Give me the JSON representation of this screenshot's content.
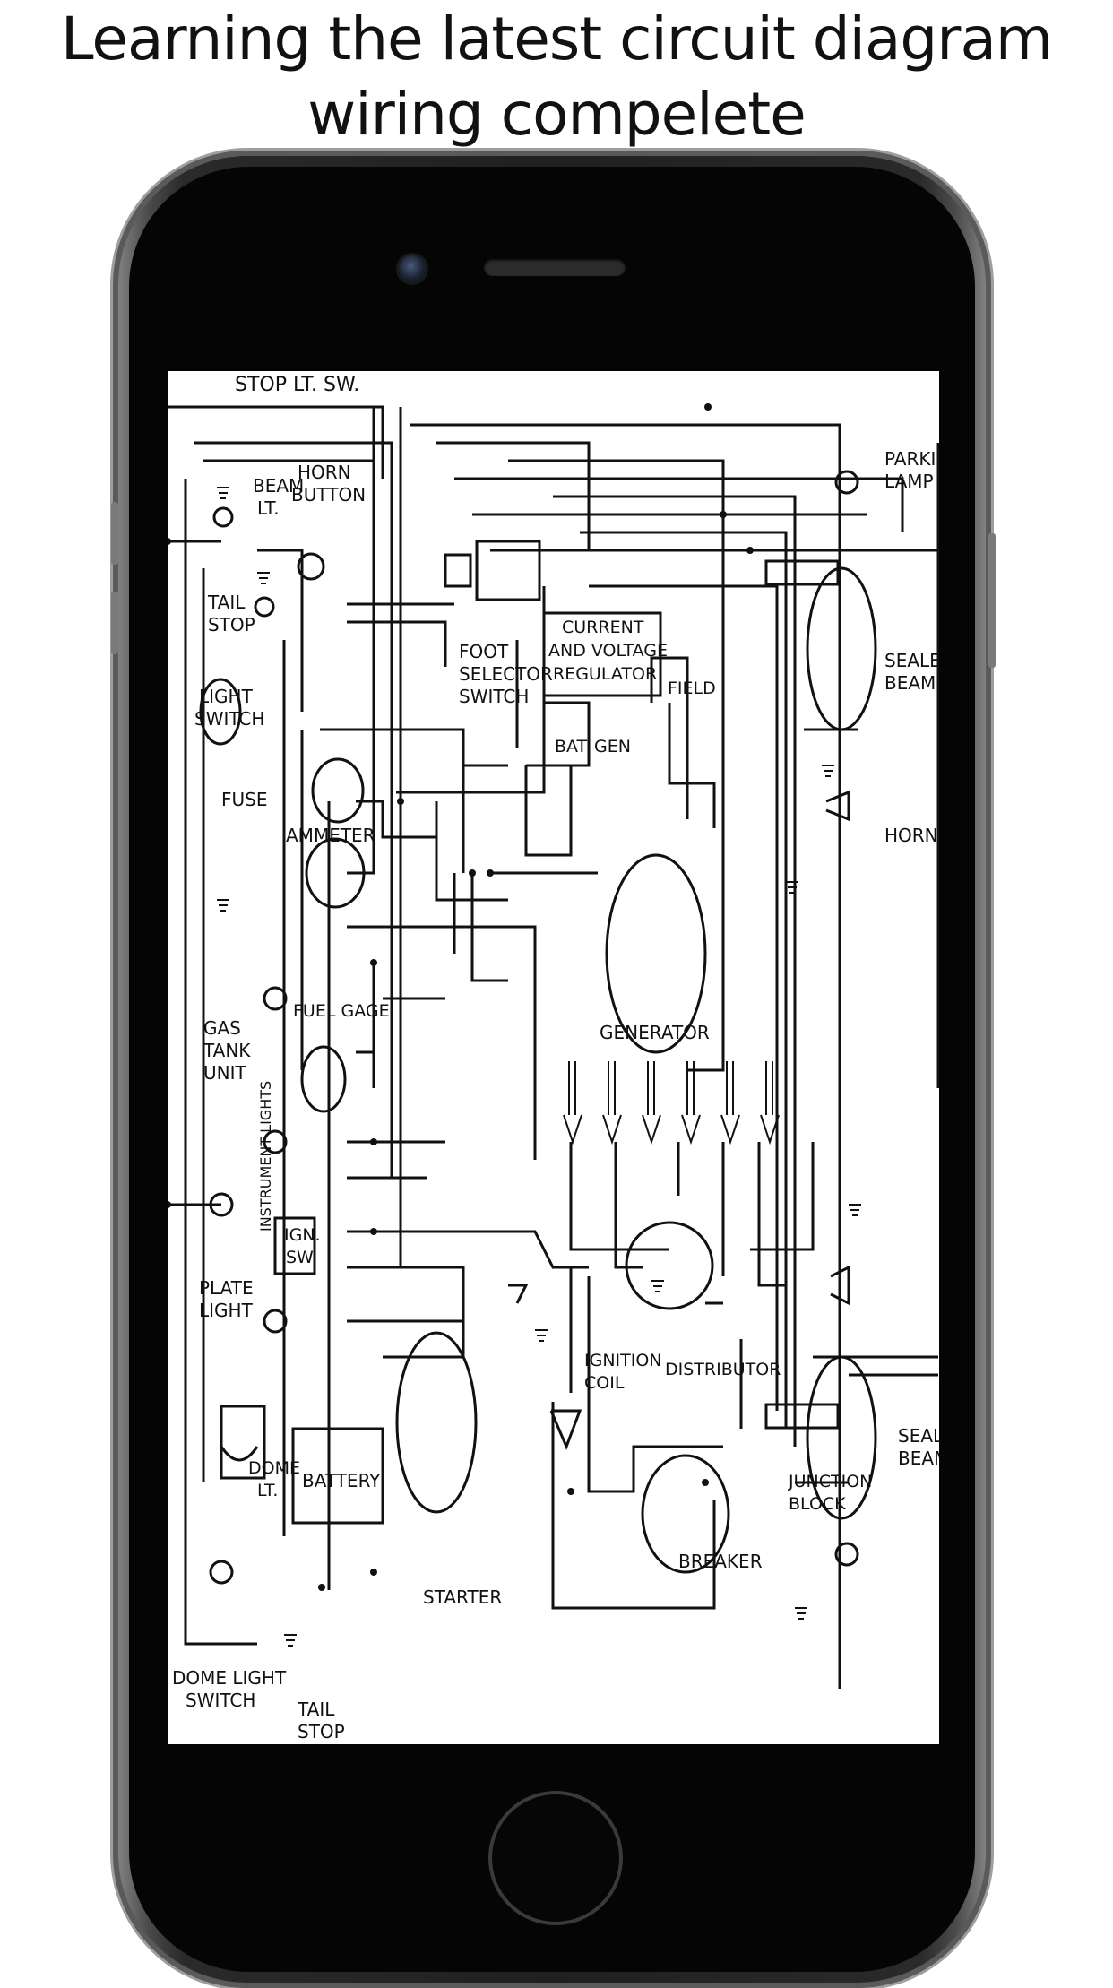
{
  "headline": {
    "line1": "Learning the latest circuit diagram",
    "line2": "wiring compelete"
  },
  "diagram": {
    "labels": {
      "stop_lt_sw": "STOP LT. SW.",
      "parking_lamp_1": "PARKING",
      "parking_lamp_2": "LAMP",
      "beam_lt_1": "BEAM",
      "beam_lt_2": "LT.",
      "horn_button_1": "HORN",
      "horn_button_2": "BUTTON",
      "tail_stop_1": "TAIL",
      "tail_stop_2": "STOP",
      "foot_selector_1": "FOOT",
      "foot_selector_2": "SELECTOR",
      "foot_selector_3": "SWITCH",
      "regulator_1": "CURRENT",
      "regulator_2": "AND VOLTAGE",
      "regulator_3": "REGULATOR",
      "field": "FIELD",
      "bat": "BAT",
      "gen": "GEN",
      "sealed_beam_top_1": "SEALED",
      "sealed_beam_top_2": "BEAM",
      "light_switch_1": "LIGHT",
      "light_switch_2": "SWITCH",
      "fuse": "FUSE",
      "ammeter": "AMMETER",
      "horn": "HORN",
      "fuel_gage": "FUEL GAGE",
      "instrument_lights": "INSTRUMENT LIGHTS",
      "gas_tank_1": "GAS",
      "gas_tank_2": "TANK",
      "gas_tank_3": "UNIT",
      "generator": "GENERATOR",
      "ign_sw_1": "IGN.",
      "ign_sw_2": "SW.",
      "plate_light_1": "PLATE",
      "plate_light_2": "LIGHT",
      "ignition_coil_1": "IGNITION",
      "ignition_coil_2": "COIL",
      "distributor": "DISTRIBUTOR",
      "dome_lt_1": "DOME",
      "dome_lt_2": "LT.",
      "battery": "BATTERY",
      "sealed_beam_bottom_1": "SEALD",
      "sealed_beam_bottom_2": "BEAM",
      "junction_block_1": "JUNCTION",
      "junction_block_2": "BLOCK",
      "breaker": "BREAKER",
      "starter": "STARTER",
      "dome_light_switch_1": "DOME LIGHT",
      "dome_light_switch_2": "SWITCH",
      "tail_stop_bottom_1": "TAIL",
      "tail_stop_bottom_2": "STOP"
    }
  }
}
